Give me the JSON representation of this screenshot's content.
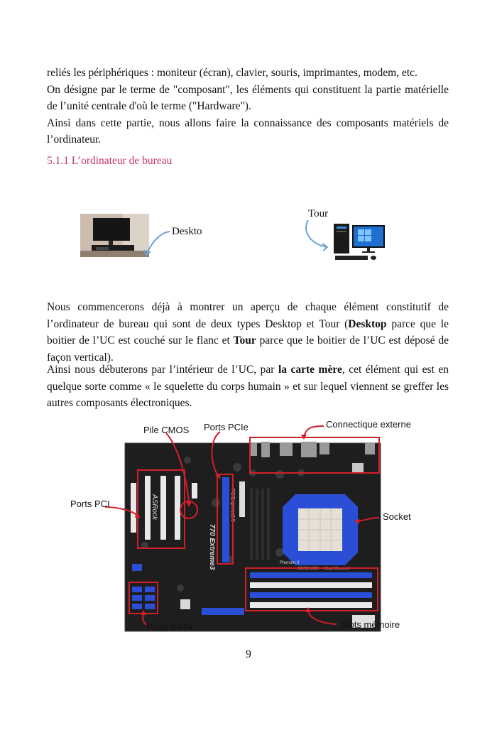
{
  "intro": {
    "line1": "reliés les périphériques : moniteur (écran), clavier, souris, imprimantes, modem, etc.",
    "line2": "On désigne par le terme de \"composant\", les éléments qui constituent la partie matérielle de l’unité centrale d'où le terme (\"Hardware\").",
    "line3": "Ainsi dans cette partie, nous allons faire la connaissance des composants matériels de l’ordinateur."
  },
  "section_heading": "5.1.1 L’ordinateur de bureau",
  "figure_top": {
    "desktop_caption": "Deskto",
    "tour_caption": "Tour"
  },
  "body": {
    "p1_a": "Nous commencerons déjà à montrer un aperçu de chaque élément constitutif de l’ordinateur de bureau qui sont de deux types Desktop et Tour (",
    "p1_b": "Desktop",
    "p1_c": " parce que le boitier de l’UC est couché sur le flanc et ",
    "p1_d": "Tour",
    "p1_e": " parce que le boitier de l’UC est déposé de façon vertical).",
    "p2_a": "Ainsi nous débuterons par l’intérieur de l’UC, par ",
    "p2_b": "la carte mère",
    "p2_c": ", cet élément qui est en quelque sorte comme « le squelette du corps humain » et sur lequel viennent se greffer les autres composants électroniques."
  },
  "motherboard": {
    "labels": {
      "pile_cmos": "Pile CMOS",
      "ports_pcie": "Ports PCIe",
      "connectique": "Connectique externe",
      "ports_pci": "Ports PCI",
      "socket": "Socket",
      "ports_sata": "Ports SATA",
      "slots_memoire": "Slots mémoire"
    },
    "board_text": {
      "brand": "ASRock",
      "model": "770 Extreme3",
      "pcie_slot": "PCIExpress2.0",
      "cpu": "Phenom II",
      "ddr": "DDR3 1600",
      "dual": "Dual Channel"
    },
    "colors": {
      "board": "#1e1e1e",
      "highlight": "#d21f2b",
      "blue": "#2a4fd6"
    }
  },
  "page_number": "9"
}
